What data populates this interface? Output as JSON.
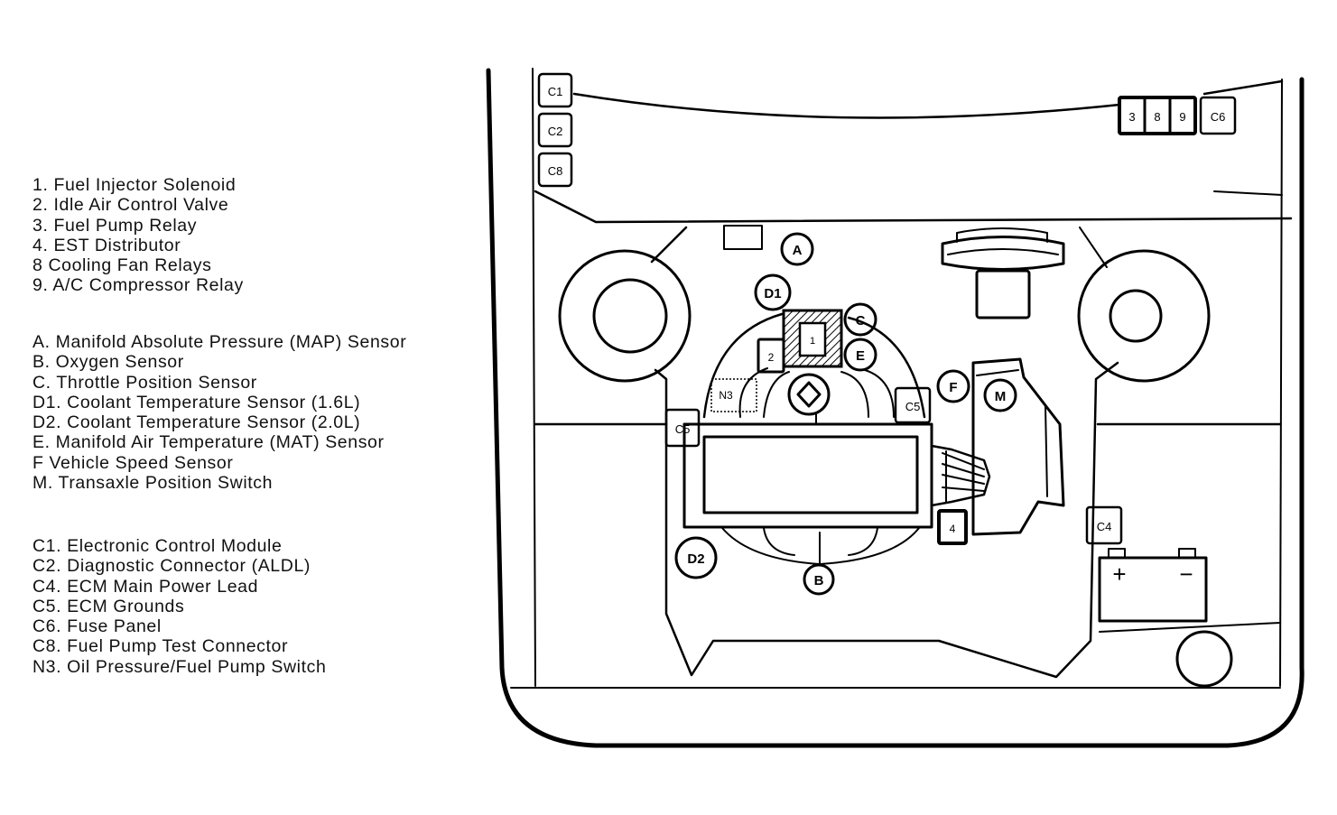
{
  "legend": {
    "components": [
      "1. Fuel Injector Solenoid",
      "2. Idle Air Control Valve",
      "3. Fuel Pump Relay",
      "4. EST Distributor",
      "8  Cooling Fan Relays",
      "9. A/C Compressor Relay"
    ],
    "sensors": [
      "A. Manifold Absolute Pressure (MAP) Sensor",
      "B. Oxygen Sensor",
      "C. Throttle Position Sensor",
      "D1. Coolant Temperature Sensor (1.6L)",
      "D2. Coolant Temperature Sensor (2.0L)",
      "E. Manifold Air Temperature (MAT) Sensor",
      "F  Vehicle Speed Sensor",
      "M. Transaxle Position Switch"
    ],
    "connectors": [
      "C1. Electronic Control Module",
      "C2. Diagnostic Connector (ALDL)",
      "C4. ECM Main Power Lead",
      "C5. ECM Grounds",
      "C6. Fuse Panel",
      "C8. Fuel Pump Test Connector",
      "N3. Oil Pressure/Fuel Pump Switch"
    ]
  },
  "diagram": {
    "boxes": {
      "c1": "C1",
      "c2": "C2",
      "c8": "C8",
      "c6": "C6",
      "r3": "3",
      "r8": "8",
      "r9": "9",
      "c5_left": "C5",
      "c5_right": "C5",
      "c4": "C4",
      "n3": "N3",
      "iac": "2",
      "injector": "1",
      "est": "4"
    },
    "circles": {
      "a": "A",
      "d1": "D1",
      "c": "C",
      "e": "E",
      "f": "F",
      "m": "M",
      "d2": "D2",
      "b": "B"
    },
    "battery": {
      "plus": "+",
      "minus": "−"
    }
  }
}
